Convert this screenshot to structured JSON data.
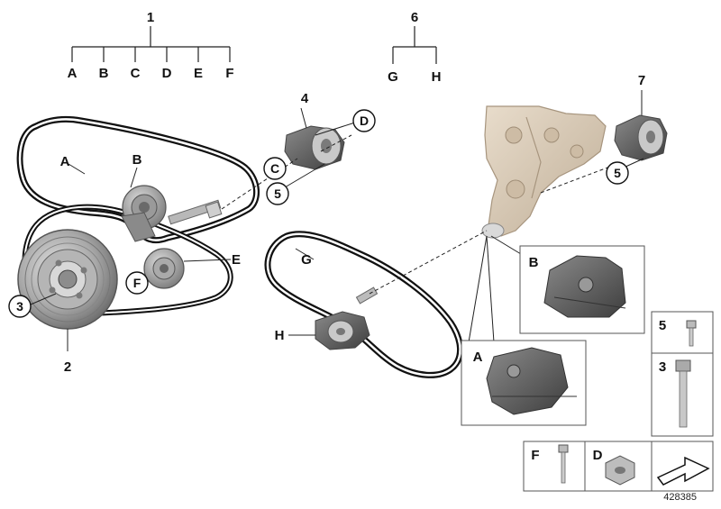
{
  "tree1": {
    "root": "1",
    "leaves": [
      "A",
      "B",
      "C",
      "D",
      "E",
      "F"
    ]
  },
  "tree2": {
    "root": "6",
    "leaves": [
      "G",
      "H"
    ]
  },
  "callouts": {
    "part2": "2",
    "part3": "3",
    "part4": "4",
    "part5a": "5",
    "part5b": "5",
    "part7": "7",
    "belt_a": "A",
    "tensioner_b": "B",
    "circle_c": "C",
    "circle_d": "D",
    "idler_e": "E",
    "circle_f": "F",
    "belt_g": "G",
    "tensioner_h": "H"
  },
  "insets": {
    "inset_b": "B",
    "inset_a": "A",
    "box5": "5",
    "box3": "3",
    "boxF": "F",
    "boxD": "D"
  },
  "reference_number": "428385",
  "colors": {
    "belt": "#111111",
    "metal_light": "#c9c9c9",
    "metal_dark": "#6b6b6b",
    "bracket": "#dcccb8",
    "line": "#222222"
  }
}
